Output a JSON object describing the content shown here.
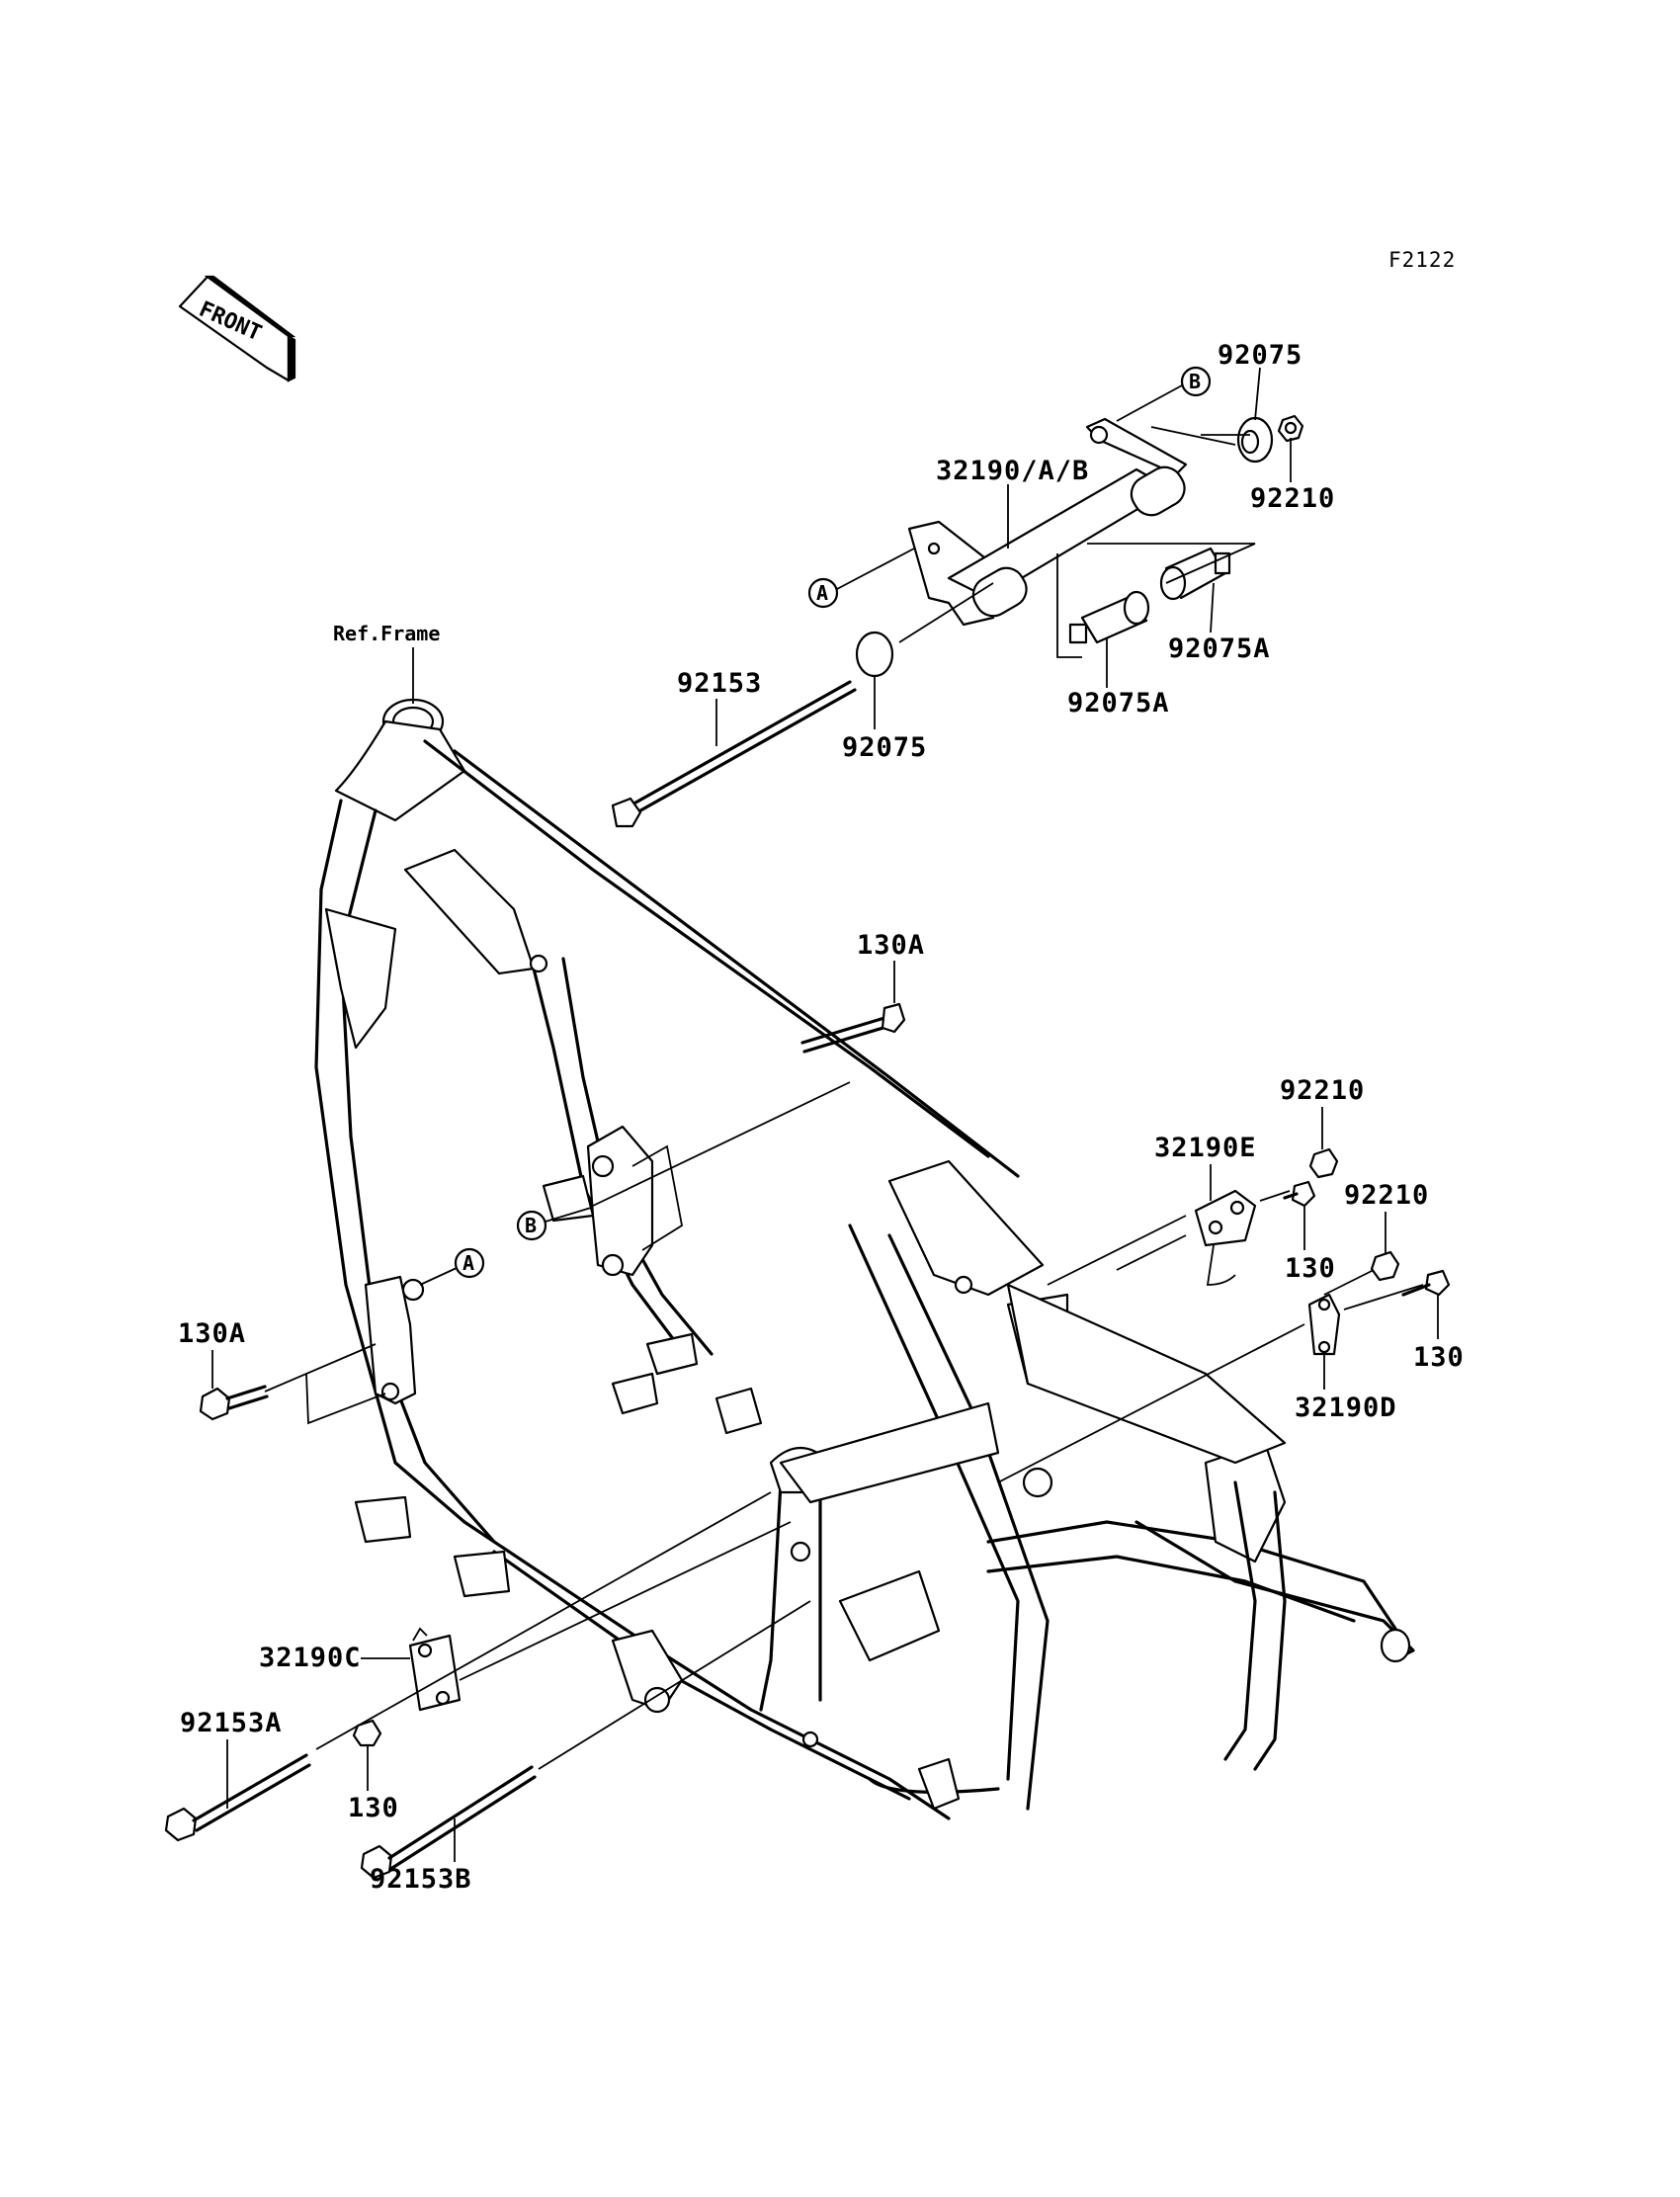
{
  "figure_code": "F2122",
  "front_label": "FRONT",
  "ref_label": "Ref.Frame",
  "callouts": {
    "a1": "A",
    "a2": "A",
    "b1": "B",
    "b2": "B"
  },
  "parts": {
    "p92075_top": "92075",
    "p92210_top": "92210",
    "p32190_ab": "32190/A/B",
    "p92075a_r": "92075A",
    "p92075a_l": "92075A",
    "p92153": "92153",
    "p92075_bot": "92075",
    "p130a_mid": "130A",
    "p92210_mid": "92210",
    "p32190e": "32190E",
    "p92210_r": "92210",
    "p130_mid": "130",
    "p130_r": "130",
    "p32190d": "32190D",
    "p130a_left": "130A",
    "p32190c": "32190C",
    "p92153a": "92153A",
    "p130_bot": "130",
    "p92153b": "92153B"
  }
}
